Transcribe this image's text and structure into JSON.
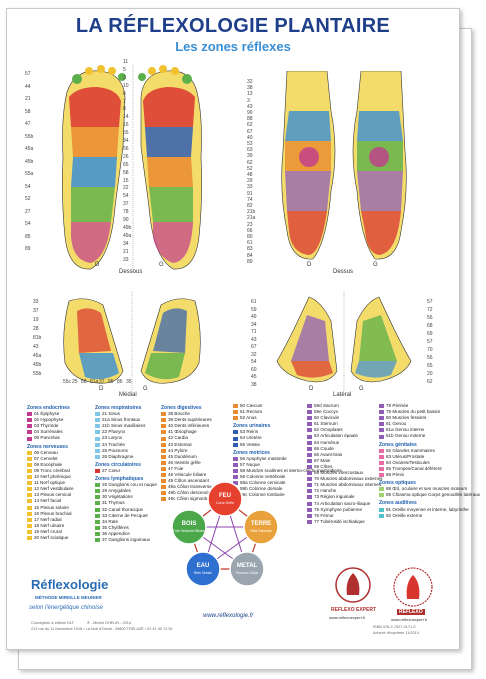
{
  "title": "LA RÉFLEXOLOGIE PLANTAIRE",
  "subtitle": "Les zones réflexes",
  "views": {
    "dessous": "Dessous",
    "dessus": "Dessus",
    "medial": "Médial",
    "lateral": "Latéral",
    "d": "D",
    "g": "G"
  },
  "left_labels": [
    "57",
    "44",
    "21",
    "58",
    "47",
    "55b",
    "45a",
    "45b",
    "55a",
    "54",
    "52",
    "27",
    "54",
    "85",
    "89"
  ],
  "mid_labels": [
    "11",
    "5",
    "3",
    "10",
    "6",
    "7",
    "8",
    "14",
    "16",
    "55",
    "34",
    "56",
    "26",
    "65",
    "58",
    "15",
    "22",
    "54",
    "37",
    "78",
    "90",
    "49b",
    "49a",
    "34",
    "21",
    "33"
  ],
  "right_labels": [
    "32",
    "38",
    "13",
    "3",
    "43",
    "90",
    "88",
    "62",
    "67",
    "40",
    "53",
    "63",
    "39",
    "62",
    "52",
    "48",
    "29",
    "33",
    "91",
    "74",
    "82",
    "21b",
    "21a",
    "23",
    "66",
    "80",
    "61",
    "83",
    "84",
    "89"
  ],
  "medial_labels": [
    "33",
    "37",
    "19",
    "28",
    "81b",
    "43",
    "45a",
    "45b",
    "55b",
    "55c",
    "25",
    "88",
    "81a",
    "37",
    "85",
    "86",
    "35"
  ],
  "lateral_labels": [
    "61",
    "59",
    "49",
    "34",
    "71",
    "43",
    "67",
    "32",
    "54",
    "60",
    "45",
    "38",
    "57",
    "72",
    "56",
    "68",
    "69",
    "57",
    "70",
    "56",
    "65",
    "20",
    "62"
  ],
  "legend": {
    "col1": [
      {
        "type": "h",
        "text": "Zones endocrines"
      },
      {
        "text": "01 Épiphyse",
        "c": "#c23b8f"
      },
      {
        "text": "02 Hypophyse",
        "c": "#c23b8f"
      },
      {
        "text": "03 Thyroïde",
        "c": "#c23b8f"
      },
      {
        "text": "04 Surrénales",
        "c": "#c23b8f"
      },
      {
        "text": "05 Pancréas",
        "c": "#c23b8f"
      },
      {
        "type": "h",
        "text": "Zones nerveuses"
      },
      {
        "text": "06 Cerveau",
        "c": "#f2c12e"
      },
      {
        "text": "07 Cervelet",
        "c": "#f2c12e"
      },
      {
        "text": "08 Encéphale",
        "c": "#f2c12e"
      },
      {
        "text": "09 Tronc cérébral",
        "c": "#f2c12e"
      },
      {
        "text": "10 Nerf phrénique",
        "c": "#f2c12e"
      },
      {
        "text": "11 Nerf optique",
        "c": "#f2c12e"
      },
      {
        "text": "12 Nerf vestibulaire",
        "c": "#f2c12e"
      },
      {
        "text": "13 Plexus cervical",
        "c": "#f2c12e"
      },
      {
        "text": "14 Nerf facial",
        "c": "#f2c12e"
      },
      {
        "text": "15 Plexus solaire",
        "c": "#f2c12e"
      },
      {
        "text": "16 Plexus brachial",
        "c": "#f2c12e"
      },
      {
        "text": "17 Nerf radial",
        "c": "#f2c12e"
      },
      {
        "text": "18 Nerf ulnaire",
        "c": "#f2c12e"
      },
      {
        "text": "19 Nerf crural",
        "c": "#f2c12e"
      },
      {
        "text": "20 Nerf sciatique",
        "c": "#f2c12e"
      }
    ],
    "col2": [
      {
        "type": "h",
        "text": "Zones respiratoires"
      },
      {
        "text": "21 Sinus",
        "c": "#7fc6e8"
      },
      {
        "text": "21a Sinus frontaux",
        "c": "#7fc6e8"
      },
      {
        "text": "21b Sinus maxillaires",
        "c": "#7fc6e8"
      },
      {
        "text": "22 Pharynx",
        "c": "#7fc6e8"
      },
      {
        "text": "23 Larynx",
        "c": "#7fc6e8"
      },
      {
        "text": "24 Trachée",
        "c": "#7fc6e8"
      },
      {
        "text": "25 Poumons",
        "c": "#7fc6e8"
      },
      {
        "text": "26 Diaphragme",
        "c": "#7fc6e8"
      },
      {
        "type": "h",
        "text": "Zones circulatoires"
      },
      {
        "text": "27 Cœur",
        "c": "#d9352f"
      },
      {
        "type": "h",
        "text": "Zones lymphatiques"
      },
      {
        "text": "28 Ganglions cou et nuque",
        "c": "#5bb04a"
      },
      {
        "text": "29 Amygdales",
        "c": "#5bb04a"
      },
      {
        "text": "30 Végétations",
        "c": "#5bb04a"
      },
      {
        "text": "31 Thymus",
        "c": "#5bb04a"
      },
      {
        "text": "32 Canal thoracique",
        "c": "#5bb04a"
      },
      {
        "text": "33 Citerne de Pecquet",
        "c": "#5bb04a"
      },
      {
        "text": "34 Rate",
        "c": "#5bb04a"
      },
      {
        "text": "35 Chylifères",
        "c": "#5bb04a"
      },
      {
        "text": "36 Appendice",
        "c": "#5bb04a"
      },
      {
        "text": "37 Ganglions inguinaux",
        "c": "#5bb04a"
      }
    ],
    "col3": [
      {
        "type": "h",
        "text": "Zones digestives"
      },
      {
        "text": "38 Bouche",
        "c": "#e98b2e"
      },
      {
        "text": "39 Dents supérieures",
        "c": "#e98b2e"
      },
      {
        "text": "40 Dents inférieures",
        "c": "#e98b2e"
      },
      {
        "text": "41 Œsophage",
        "c": "#e98b2e"
      },
      {
        "text": "42 Cardia",
        "c": "#e98b2e"
      },
      {
        "text": "43 Estomac",
        "c": "#e98b2e"
      },
      {
        "text": "44 Pylore",
        "c": "#e98b2e"
      },
      {
        "text": "45 Duodénum",
        "c": "#e98b2e"
      },
      {
        "text": "46 Intestin grêle",
        "c": "#e98b2e"
      },
      {
        "text": "47 Foie",
        "c": "#e98b2e"
      },
      {
        "text": "48 Vésicule biliaire",
        "c": "#e98b2e"
      },
      {
        "text": "49 Côlon ascendant",
        "c": "#e98b2e"
      },
      {
        "text": "49a Côlon transverse",
        "c": "#e98b2e"
      },
      {
        "text": "49b Côlon descendant",
        "c": "#e98b2e"
      },
      {
        "text": "49c Côlon sigmoïde",
        "c": "#e98b2e"
      }
    ],
    "col4": [
      {
        "text": "50 Cæcum",
        "c": "#e98b2e"
      },
      {
        "text": "51 Rectum",
        "c": "#e98b2e"
      },
      {
        "text": "52 Anus",
        "c": "#e98b2e"
      },
      {
        "type": "h",
        "text": "Zones urinaires"
      },
      {
        "text": "53 Reins",
        "c": "#2f5eb3"
      },
      {
        "text": "54 Uretère",
        "c": "#2f5eb3"
      },
      {
        "text": "55 Vessie",
        "c": "#2f5eb3"
      },
      {
        "type": "h",
        "text": "Zones motrices"
      },
      {
        "text": "56 Apophyse mastoïde",
        "c": "#8f5fb8"
      },
      {
        "text": "57 Nuque",
        "c": "#8f5fb8"
      },
      {
        "text": "58 Muscles scalènes et sterno-cléido-mastoïdiens",
        "c": "#8f5fb8"
      },
      {
        "text": "59 Colonne vertébrale",
        "c": "#8f5fb8"
      },
      {
        "text": "59a Colonne cervicale",
        "c": "#8f5fb8"
      },
      {
        "text": "59b Colonne dorsale",
        "c": "#8f5fb8"
      },
      {
        "text": "59c Colonne lombaire",
        "c": "#8f5fb8"
      }
    ],
    "col5": [
      {
        "text": "59d Sacrum",
        "c": "#8f5fb8"
      },
      {
        "text": "59e Coccyx",
        "c": "#8f5fb8"
      },
      {
        "text": "60 Clavicule",
        "c": "#8f5fb8"
      },
      {
        "text": "61 Sternum",
        "c": "#8f5fb8"
      },
      {
        "text": "62 Omoplates",
        "c": "#8f5fb8"
      },
      {
        "text": "63 Articulation épaule",
        "c": "#8f5fb8"
      },
      {
        "text": "64 Humérus",
        "c": "#8f5fb8"
      },
      {
        "text": "65 Coude",
        "c": "#8f5fb8"
      },
      {
        "text": "66 Avant-bras",
        "c": "#8f5fb8"
      },
      {
        "text": "67 Main",
        "c": "#8f5fb8"
      },
      {
        "text": "68 Côtes",
        "c": "#8f5fb8"
      },
      {
        "text": "69 Muscles intercostaux",
        "c": "#8f5fb8"
      },
      {
        "text": "70 Muscles abdominaux externes",
        "c": "#8f5fb8"
      },
      {
        "text": "71 Muscles abdominaux internes",
        "c": "#8f5fb8"
      },
      {
        "text": "72 Hanche",
        "c": "#8f5fb8"
      },
      {
        "text": "73 Région inguinale",
        "c": "#8f5fb8"
      },
      {
        "text": "74 Articulation sacro-iliaque",
        "c": "#8f5fb8"
      },
      {
        "text": "75 Symphyse pubienne",
        "c": "#8f5fb8"
      },
      {
        "text": "76 Fémur",
        "c": "#8f5fb8"
      },
      {
        "text": "77 Tubérosité ischiatique",
        "c": "#8f5fb8"
      }
    ],
    "col6": [
      {
        "text": "78 Périnée",
        "c": "#8f5fb8"
      },
      {
        "text": "79 Muscles du petit bassin",
        "c": "#8f5fb8"
      },
      {
        "text": "80 Muscles fessiers",
        "c": "#8f5fb8"
      },
      {
        "text": "81 Genou",
        "c": "#8f5fb8"
      },
      {
        "text": "81a Genou interne",
        "c": "#8f5fb8"
      },
      {
        "text": "81b Genou externe",
        "c": "#8f5fb8"
      },
      {
        "type": "h",
        "text": "Zones génitales"
      },
      {
        "text": "82 Glandes mammaires",
        "c": "#e86ca6"
      },
      {
        "text": "83 Utérus/Prostate",
        "c": "#e86ca6"
      },
      {
        "text": "84 Ovaires/Testicules",
        "c": "#e86ca6"
      },
      {
        "text": "85 Trompes/Canal déférent",
        "c": "#e86ca6"
      },
      {
        "text": "86 Pénis",
        "c": "#e86ca6"
      },
      {
        "type": "h",
        "text": "Zones optiques"
      },
      {
        "text": "88 Œil, oculaire et ses muscles moteurs",
        "c": "#9fd36e"
      },
      {
        "text": "89 Chiasma optique Corps genouillés latéraux",
        "c": "#9fd36e"
      },
      {
        "type": "h",
        "text": "Zones auditives"
      },
      {
        "text": "91 Oreille moyenne et interne, labyrinthe",
        "c": "#4fc3c7"
      },
      {
        "text": "92 Oreille externe",
        "c": "#4fc3c7"
      }
    ]
  },
  "elements": [
    {
      "name": "FEU",
      "sub": "Cœur Grêle",
      "color": "#e6402f"
    },
    {
      "name": "TERRE",
      "sub": "Rate Estomac",
      "color": "#e9a23b"
    },
    {
      "name": "METAL",
      "sub": "Poumon Côlon",
      "color": "#9aa5b0"
    },
    {
      "name": "EAU",
      "sub": "Rein Vessie",
      "color": "#2f6fd0"
    },
    {
      "name": "BOIS",
      "sub": "Foie Vésicule Biliaire",
      "color": "#4aa84a"
    }
  ],
  "brand": {
    "name": "Réflexologie",
    "method": "MÉTHODE MIREILLE MEUNIER",
    "tagline": "selon l'énergétique chinoise",
    "url": "www.reflexologie.fr",
    "expert": "REFLEXO EXPERT",
    "expert_url": "www.reflexoexpert.fr",
    "reflexo": "REFLEXO",
    "reflexo_url": "www.reflexoexpert.fr"
  },
  "credits": {
    "line1": "Conception & édition DLT",
    "line2": "® - Michel DHELIN - 2014",
    "line3": "212 rue du 11 Novembre 1918 • La Noë d'Orival - 49800 TRÉLAZÉ • 02 41 90 73 30",
    "isbn": "ISBN 978-2-7527-0171-0",
    "printed": "Achevé d'imprimer 11/2014"
  },
  "colors": {
    "title": "#1f3f8a",
    "subtitle": "#3a8fd4",
    "accent": "#2a6db5"
  }
}
